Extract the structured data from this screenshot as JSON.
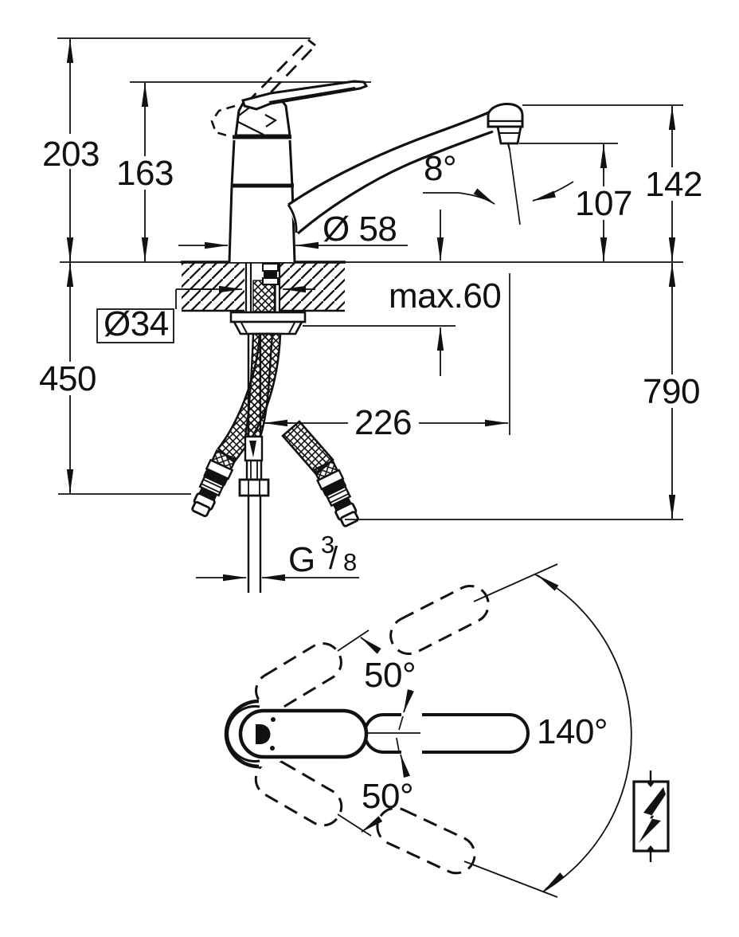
{
  "side_view": {
    "labels": {
      "height_total": "203",
      "height_handle": "163",
      "height_spout": "142",
      "height_outlet": "107",
      "angle_outlet": "8°",
      "dia_body": "Ø 58",
      "deck_max": "max.60",
      "dia_hole": "Ø34",
      "len_hoses": "450",
      "len_total": "790",
      "reach": "226",
      "thread_g": "G",
      "thread_num": "3",
      "thread_slash": "/",
      "thread_den": "8"
    }
  },
  "plan_view": {
    "labels": {
      "handle_up": "50°",
      "handle_down": "50°",
      "swivel": "140°"
    }
  },
  "icons": {
    "lightning": "suitable-for-instantaneous-water-heater"
  },
  "colors": {
    "ink": "#111111",
    "paper": "#ffffff"
  }
}
